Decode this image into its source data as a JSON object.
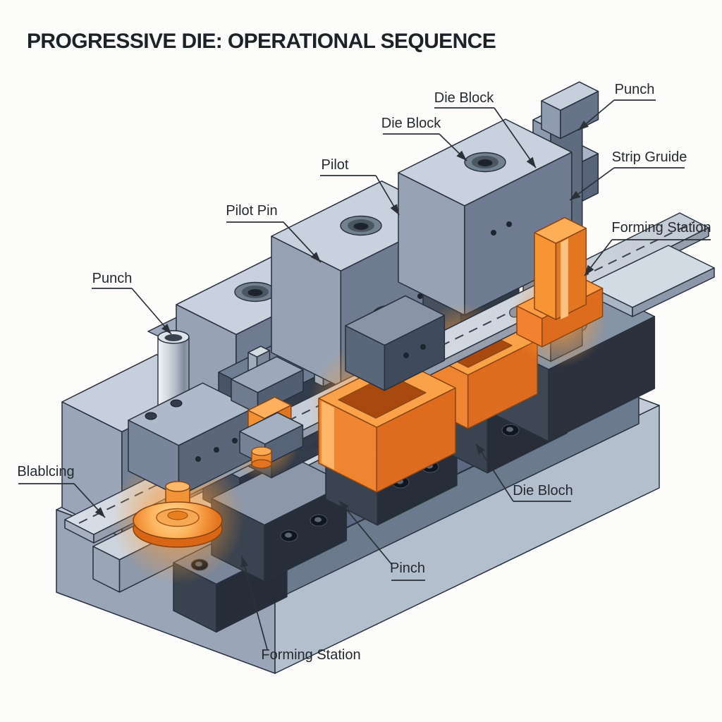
{
  "title": "PROGRESSIVE DIE: OPERATIONAL SEQUENCE",
  "callouts": {
    "die_block_top": {
      "text": "Die Block"
    },
    "punch_top": {
      "text": "Punch"
    },
    "die_block_mid": {
      "text": "Die Block"
    },
    "strip_guide": {
      "text": "Strip Gruide"
    },
    "pilot": {
      "text": "Pilot"
    },
    "forming_station_right": {
      "text": "Forming Station"
    },
    "pilot_pin": {
      "text": "Pilot Pin"
    },
    "punch_left": {
      "text": "Punch"
    },
    "blanking": {
      "text": "Blablcing"
    },
    "die_bloch": {
      "text": "Die Bloch"
    },
    "pinch": {
      "text": "Pinch"
    },
    "forming_station_bottom": {
      "text": "Forming Station"
    }
  },
  "palette": {
    "background": "#fcfcfb",
    "outline": "#27303c",
    "label_color": "#24292f",
    "leader_color": "#2b3138",
    "steel_top": "#c8d1dd",
    "steel_left": "#97a3b5",
    "steel_front": "#6e7b90",
    "panel_top": "#cbd3de",
    "panel_left": "#8694a8",
    "panel_right": "#6c7a8e",
    "dark_top": "#8c97a9",
    "dark_left": "#3a4350",
    "dark_front": "#272e3a",
    "strip_edge": "#959fad",
    "hot_orange_top": "#f9a24a",
    "hot_orange_left": "#ef8431",
    "hot_orange_front": "#dd6c1e",
    "orange_bright": "#ffae58",
    "orange_deep": "#a84a10",
    "orange_outline": "#8a4513",
    "glow_core": "#ffc063",
    "glow_mid": "#ff9a33"
  }
}
